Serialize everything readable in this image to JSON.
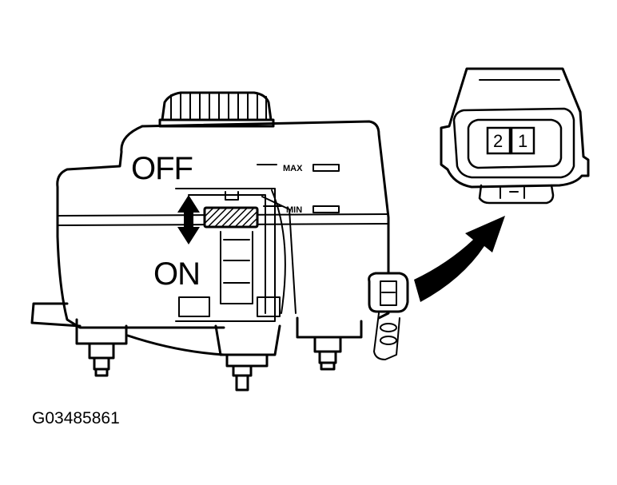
{
  "labels": {
    "off": "OFF",
    "on": "ON",
    "max": "MAX",
    "min": "MIN",
    "figure_code": "G03485861"
  },
  "connector": {
    "pins": [
      "2",
      "1"
    ]
  },
  "colors": {
    "ink": "#000000",
    "paper": "#ffffff"
  }
}
